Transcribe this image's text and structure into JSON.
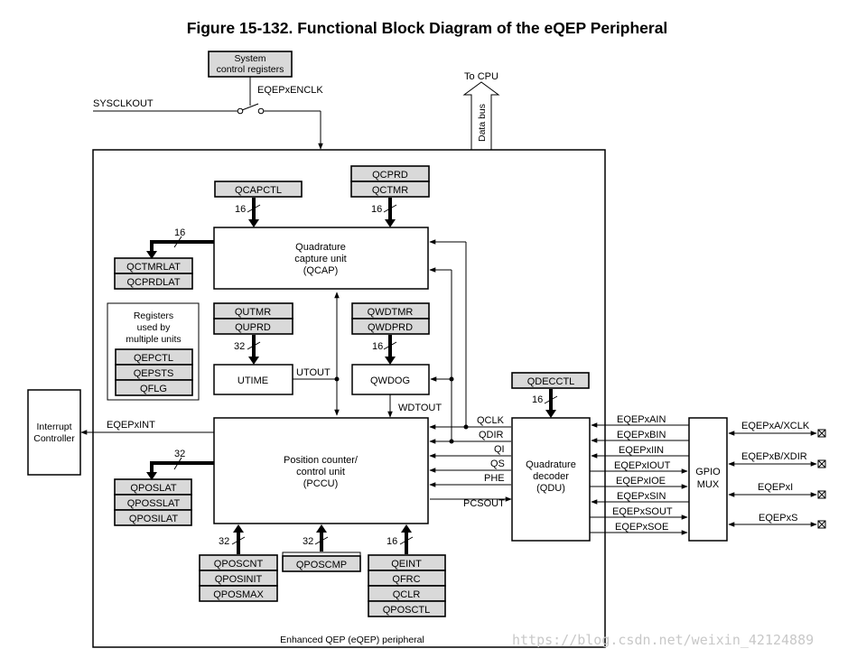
{
  "title": "Figure 15-132.  Functional Block Diagram of the eQEP Peripheral",
  "top": {
    "system_control": [
      "System",
      "control registers"
    ],
    "enclk": "EQEPxENCLK",
    "sysclkout": "SYSCLKOUT",
    "to_cpu": "To CPU",
    "data_bus": "Data bus"
  },
  "container_label": "Enhanced QEP (eQEP) peripheral",
  "interrupt_controller": [
    "Interrupt",
    "Controller"
  ],
  "eqepxint": "EQEPxINT",
  "units": {
    "qcap": [
      "Quadrature",
      "capture unit",
      "(QCAP)"
    ],
    "utime": "UTIME",
    "qwdog": "QWDOG",
    "pccu": [
      "Position counter/",
      "control unit",
      "(PCCU)"
    ],
    "qdu": [
      "Quadrature",
      "decoder",
      "(QDU)"
    ],
    "gpio": [
      "GPIO",
      "MUX"
    ]
  },
  "registers": {
    "qcapctl": [
      "QCAPCTL"
    ],
    "qcprd": [
      "QCPRD",
      "QCTMR"
    ],
    "qctmrlat": [
      "QCTMRLAT",
      "QCPRDLAT"
    ],
    "shared_title": [
      "Registers",
      "used by",
      "multiple units"
    ],
    "shared": [
      "QEPCTL",
      "QEPSTS",
      "QFLG"
    ],
    "qutmr": [
      "QUTMR",
      "QUPRD"
    ],
    "qwdtmr": [
      "QWDTMR",
      "QWDPRD"
    ],
    "qposlat": [
      "QPOSLAT",
      "QPOSSLAT",
      "QPOSILAT"
    ],
    "qposcnt": [
      "QPOSCNT",
      "QPOSINIT",
      "QPOSMAX"
    ],
    "qposcmp": [
      "QPOSCMP"
    ],
    "qeint": [
      "QEINT",
      "QFRC",
      "QCLR",
      "QPOSCTL"
    ],
    "qdecctl": [
      "QDECCTL"
    ]
  },
  "bus_widths": {
    "qcapctl": "16",
    "qcprd": "16",
    "qcap_lat": "16",
    "qutmr": "32",
    "qwdtmr": "16",
    "qposlat": "32",
    "qposcnt": "32",
    "qposcmp": "32",
    "qeint": "16",
    "qdecctl": "16"
  },
  "signals": {
    "utout": "UTOUT",
    "wdtout": "WDTOUT",
    "qdu_to_pccu": [
      "QCLK",
      "QDIR",
      "QI",
      "QS",
      "PHE"
    ],
    "pcsout": "PCSOUT",
    "gpio_to_qdu": [
      "EQEPxAIN",
      "EQEPxBIN",
      "EQEPxIIN",
      "EQEPxIOUT",
      "EQEPxIOE",
      "EQEPxSIN",
      "EQEPxSOUT",
      "EQEPxSOE"
    ],
    "pins": [
      "EQEPxA/XCLK",
      "EQEPxB/XDIR",
      "EQEPxI",
      "EQEPxS"
    ]
  },
  "watermark": "https://blog.csdn.net/weixin_42124889"
}
